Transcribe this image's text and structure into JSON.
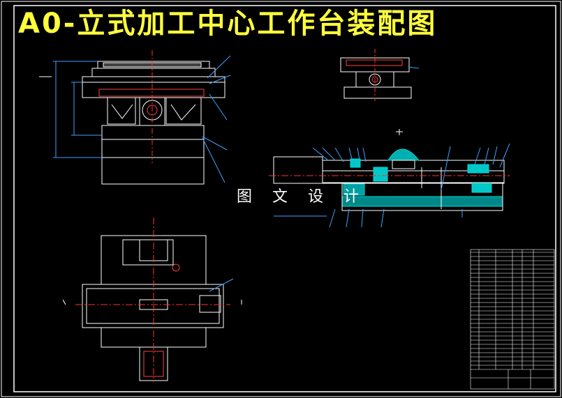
{
  "title": "A0-立式加工中心工作台装配图",
  "watermark": "图 文 设 计",
  "colors": {
    "background": "#000000",
    "outline": "#ffffff",
    "title": "#ffff3c",
    "centerline": "#ff3030",
    "section": "#00d8d8",
    "dimension": "#40a0ff",
    "border": "#ffffff",
    "hatch": "#6060ff"
  },
  "views": [
    {
      "name": "front-view"
    },
    {
      "name": "side-view-small"
    },
    {
      "name": "section-view"
    },
    {
      "name": "top-view"
    },
    {
      "name": "parts-list-table"
    }
  ]
}
